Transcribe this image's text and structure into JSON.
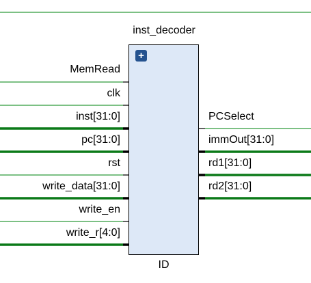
{
  "module": {
    "name": "inst_decoder",
    "instance": "ID",
    "expand_symbol": "+",
    "colors": {
      "box_fill": "#dde8f7",
      "wire_single": "#2e9a3a",
      "wire_bus": "#0b7a18",
      "expand_button": "#24528f"
    }
  },
  "inputs": [
    {
      "label": "MemRead",
      "bus": false
    },
    {
      "label": "clk",
      "bus": false
    },
    {
      "label": "inst[31:0]",
      "bus": true
    },
    {
      "label": "pc[31:0]",
      "bus": true
    },
    {
      "label": "rst",
      "bus": false
    },
    {
      "label": "write_data[31:0]",
      "bus": true
    },
    {
      "label": "write_en",
      "bus": false
    },
    {
      "label": "write_r[4:0]",
      "bus": true
    }
  ],
  "outputs": [
    {
      "label": "PCSelect",
      "bus": false
    },
    {
      "label": "immOut[31:0]",
      "bus": true
    },
    {
      "label": "rd1[31:0]",
      "bus": true
    },
    {
      "label": "rd2[31:0]",
      "bus": true
    }
  ]
}
